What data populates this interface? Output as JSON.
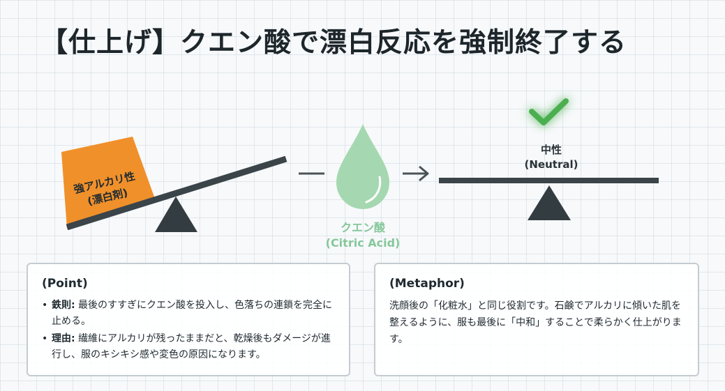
{
  "title": "【仕上げ】クエン酸で漂白反応を強制終了する",
  "diagram": {
    "alkali_label_line1": "強アルカリ性",
    "alkali_label_line2": "(漂白剤)",
    "citric_label_line1": "クエン酸",
    "citric_label_line2": "(Citric Acid)",
    "neutral_label_line1": "中性",
    "neutral_label_line2": "(Neutral)",
    "icons": [
      "seesaw-icon",
      "drop-icon",
      "arrow-right-icon",
      "check-icon",
      "balance-icon"
    ],
    "colors": {
      "alkali": "#f0902a",
      "drop": "#a5d8b0",
      "check": "#4caf50",
      "beam": "#3a4449"
    }
  },
  "point": {
    "title": "(Point)",
    "items": [
      {
        "key": "鉄則:",
        "text": " 最後のすすぎにクエン酸を投入し、色落ちの連鎖を完全に止める。"
      },
      {
        "key": "理由:",
        "text": " 繊維にアルカリが残ったままだと、乾燥後もダメージが進行し、服のキシキシ感や変色の原因になります。"
      }
    ]
  },
  "metaphor": {
    "title": "(Metaphor)",
    "text": "洗顔後の「化粧水」と同じ役割です。石鹸でアルカリに傾いた肌を整えるように、服も最後に「中和」することで柔らかく仕上がります。"
  }
}
